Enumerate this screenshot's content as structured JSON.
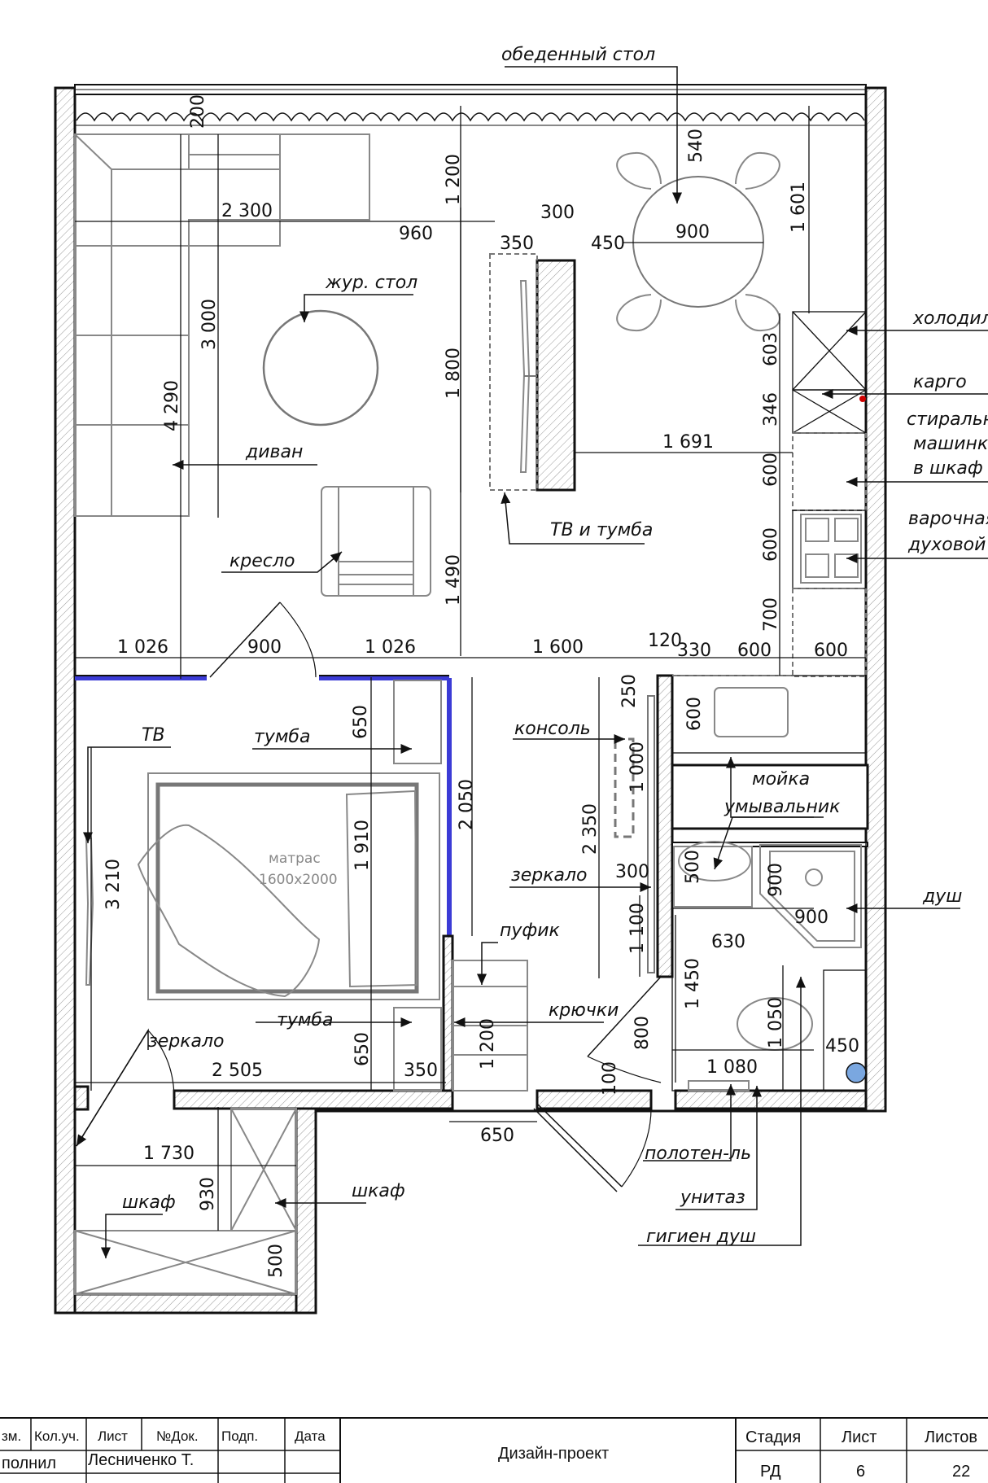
{
  "labels": {
    "dining_table": "обеденный стол",
    "fridge": "холодильн",
    "cargo": "карго",
    "washer_1": "стиральна",
    "washer_2": "машинка",
    "washer_3": "в шкаф",
    "hob_1": "варочная",
    "hob_2": "духовой ш",
    "coffee_table": "жур. стол",
    "sofa": "диван",
    "armchair": "кресло",
    "tv_stand": "ТВ и тумба",
    "tv": "ТВ",
    "nightstand_top": "тумба",
    "nightstand_bottom": "тумба",
    "mattress_1": "матрас",
    "mattress_2": "1600x2000",
    "console": "консоль",
    "sink": "мойка",
    "washbasin": "умывальник",
    "mirror_hall": "зеркало",
    "shower": "душ",
    "pouf": "пуфик",
    "hooks": "крючки",
    "mirror_bed": "зеркало",
    "towel": "полотен-ль",
    "toilet": "унитаз",
    "hygiene_shower": "гигиен душ",
    "wardrobe_left": "шкаф",
    "wardrobe_right": "шкаф"
  },
  "dimensions": {
    "d200": "200",
    "d540": "540",
    "d1200": "1 200",
    "d1601": "1 601",
    "d2300": "2 300",
    "d960": "960",
    "d300a": "300",
    "d350a": "350",
    "d450a": "450",
    "d900a": "900",
    "d3000": "3 000",
    "d1800": "1 800",
    "d4290": "4 290",
    "d603": "603",
    "d346": "346",
    "d1691": "1 691",
    "d600a": "600",
    "d600b": "600",
    "d700": "700",
    "d1490": "1 490",
    "d1026a": "1 026",
    "d900b": "900",
    "d1026b": "1 026",
    "d1600": "1 600",
    "d120": "120",
    "d330": "330",
    "d600c": "600",
    "d600d": "600",
    "d250": "250",
    "d600e": "600",
    "d650a": "650",
    "d1000": "1 000",
    "d2350": "2 350",
    "d2050": "2 050",
    "d1910": "1 910",
    "d3210": "3 210",
    "d300b": "300",
    "d500a": "500",
    "d900c": "900",
    "d900d": "900",
    "d630": "630",
    "d1100": "1 100",
    "d1450": "1 450",
    "d1050": "1 050",
    "d800": "800",
    "d450b": "450",
    "d1080": "1 080",
    "d1200b": "1 200",
    "d650b": "650",
    "d2505": "2 505",
    "d350b": "350",
    "d100": "100",
    "d650c": "650",
    "d1730": "1 730",
    "d930": "930",
    "d500b": "500"
  },
  "title_block": {
    "col_izm": "зм.",
    "col_koluch": "Кол.уч.",
    "col_list": "Лист",
    "col_ndok": "№Док.",
    "col_podp": "Подп.",
    "col_data": "Дата",
    "vypolnil": "полнил",
    "author": "Лесниченко Т.",
    "project": "Дизайн-проект",
    "stage_h": "Стадия",
    "sheet_h": "Лист",
    "sheets_h": "Листов",
    "stage": "РД",
    "sheet": "6",
    "sheets": "22"
  },
  "colors": {
    "line": "#111111",
    "furniture": "#888888",
    "partition": "#3b3bd6",
    "accent": "#d00000",
    "drain": "#7aa7e0"
  }
}
